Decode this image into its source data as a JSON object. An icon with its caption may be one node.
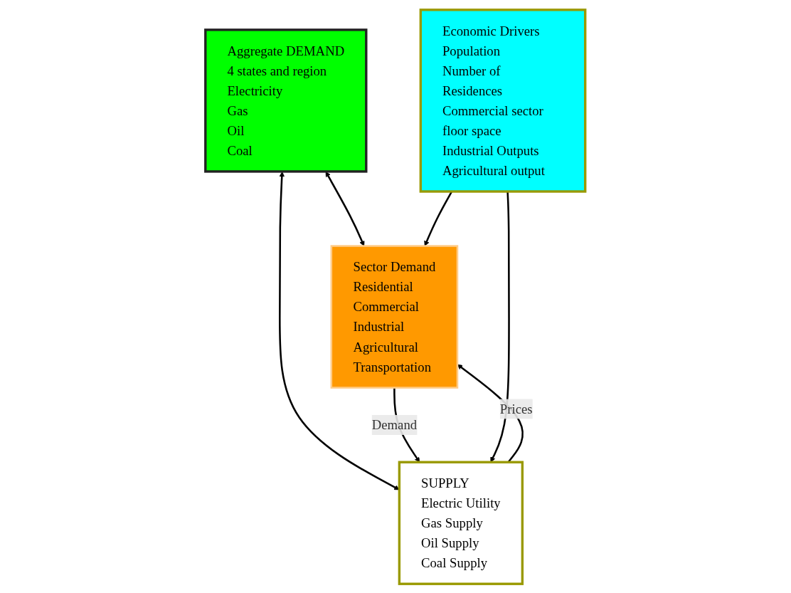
{
  "diagram": {
    "nodes": [
      {
        "text": [
          "Aggregate DEMAND",
          "4 states and region",
          "Electricity",
          "Gas",
          "Oil",
          "Coal"
        ]
      },
      {
        "text": [
          "Sector Demand",
          "Residential",
          "Commercial",
          "Industrial",
          "Agricultural",
          "Transportation"
        ]
      },
      {
        "text": [
          "SUPPLY",
          "Electric Utility",
          "Gas Supply",
          "Oil Supply",
          "Coal Supply"
        ]
      },
      {
        "text": [
          "Economic Drivers",
          "Population",
          "Number of Residences",
          "Commercial sector floor space",
          "Industrial Outputs",
          "Agricultural output"
        ]
      }
    ],
    "edges": [
      {
        "from": 0,
        "to": 1,
        "arrow": "both"
      },
      {
        "from": 0,
        "to": 2,
        "arrow": "both"
      },
      {
        "from": 1,
        "to": 2,
        "arrow": "to",
        "label": "Demand"
      },
      {
        "from": 2,
        "to": 1,
        "arrow": "to",
        "label": "Prices"
      },
      {
        "from": 3,
        "to": 1,
        "arrow": "to"
      },
      {
        "from": 3,
        "to": 2,
        "arrow": "to"
      }
    ]
  }
}
